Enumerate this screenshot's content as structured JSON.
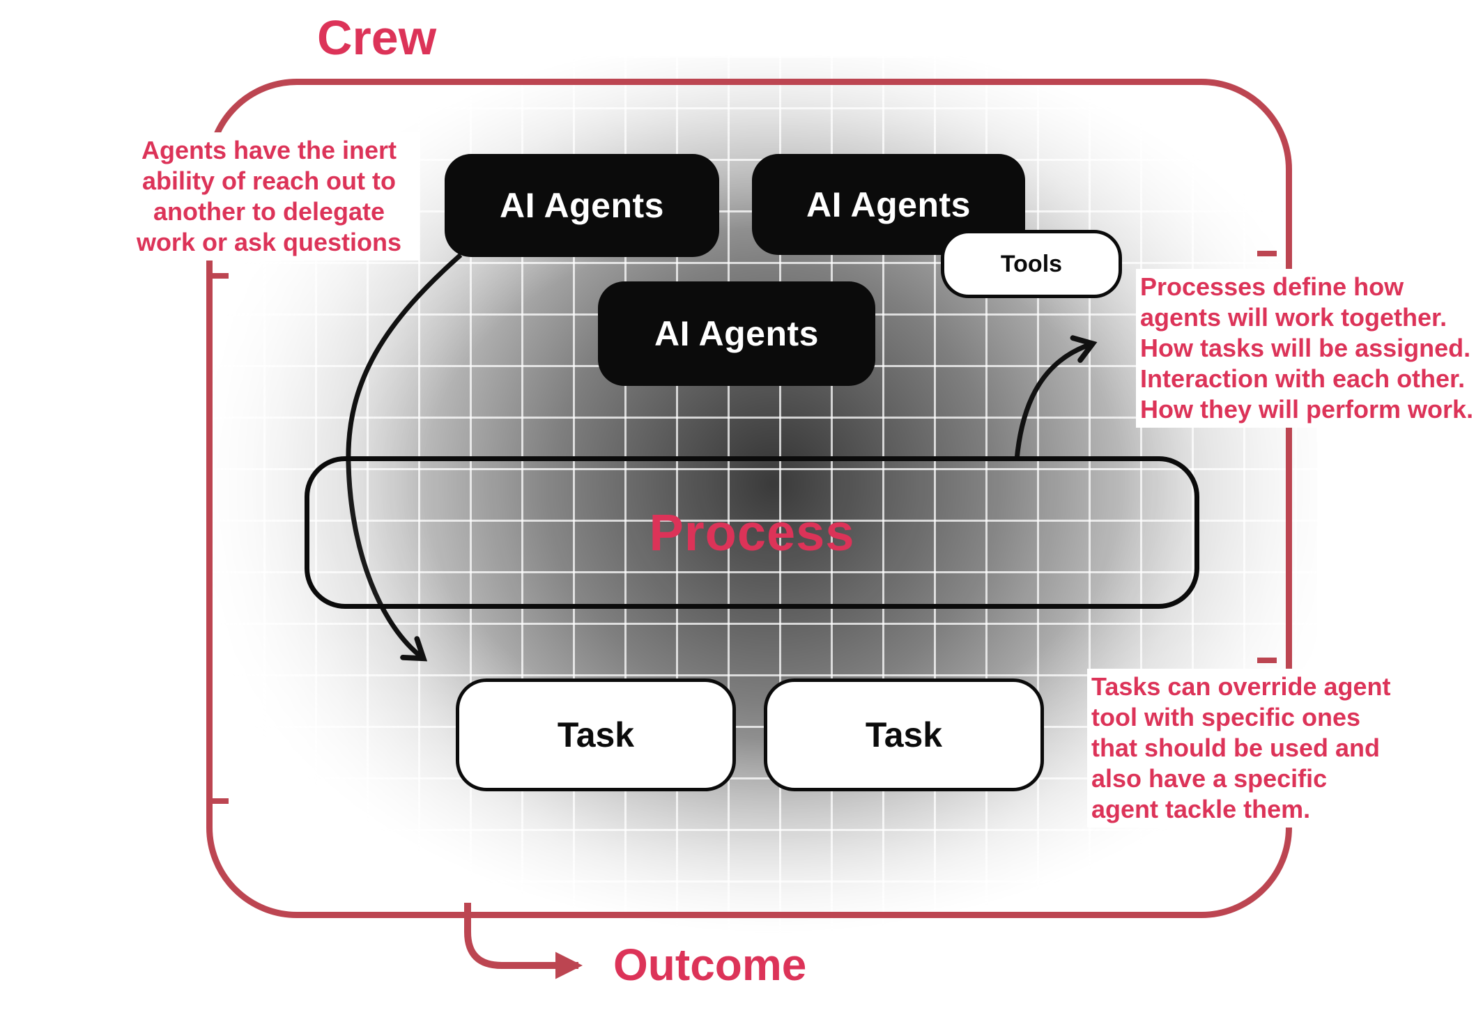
{
  "colors": {
    "accent_text": "#DC3358",
    "frame_red": "#BC4551",
    "box_black": "#0B0B0B"
  },
  "labels": {
    "crew": "Crew",
    "outcome": "Outcome",
    "process": "Process",
    "agents_1": "AI Agents",
    "agents_2": "AI Agents",
    "agents_3": "AI Agents",
    "tools": "Tools",
    "task_1": "Task",
    "task_2": "Task"
  },
  "annotations": {
    "left_lines": [
      "Agents have the inert",
      "ability of reach out to",
      "another to delegate",
      "work or ask questions"
    ],
    "right_top_lines": [
      "Processes define how",
      "agents will work together.",
      "How tasks will be assigned.",
      "Interaction with each other.",
      "How they will perform work."
    ],
    "right_bottom_lines": [
      "Tasks can override agent",
      "tool with specific ones",
      "that should be used and",
      "also have a specific",
      "agent tackle them."
    ]
  }
}
